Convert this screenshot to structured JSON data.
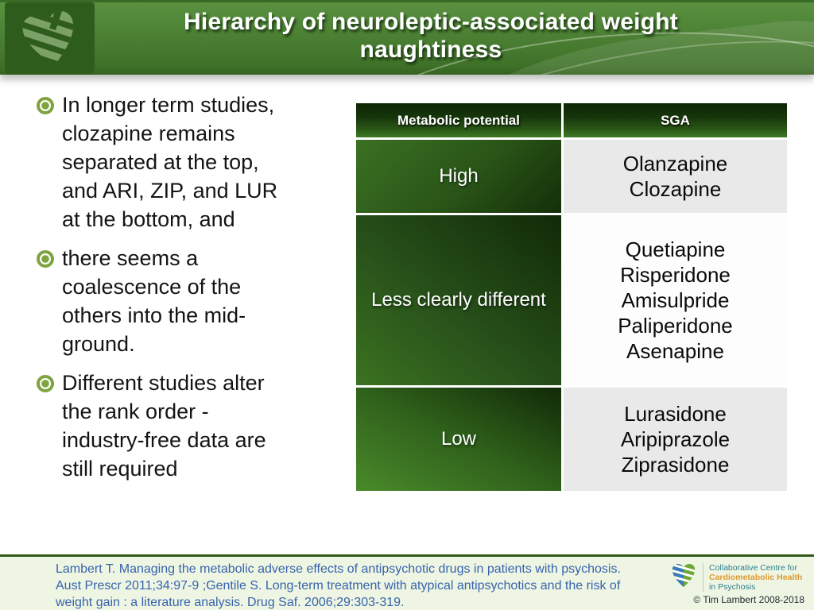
{
  "header": {
    "title_line1": "Hierarchy of neuroleptic-associated weight",
    "title_line2": "naughtiness"
  },
  "bullets": [
    {
      "lines": [
        "In longer term studies,",
        "clozapine remains",
        "separated at the top,",
        "and ARI, ZIP, and LUR",
        "at the bottom, and"
      ]
    },
    {
      "lines": [
        "there seems a",
        "coalescence of the",
        "others into the mid-",
        "ground."
      ]
    },
    {
      "lines": [
        "Different studies alter",
        "the rank order -",
        "industry-free data are",
        "still required"
      ]
    }
  ],
  "table": {
    "headers": [
      "Metabolic potential",
      "SGA"
    ],
    "rows": [
      {
        "potential": "High",
        "sga": [
          "Olanzapine",
          "Clozapine"
        ]
      },
      {
        "potential": "Less clearly different",
        "sga": [
          "Quetiapine",
          "Risperidone",
          "Amisulpride",
          "Paliperidone",
          "Asenapine"
        ]
      },
      {
        "potential": "Low",
        "sga": [
          "Lurasidone",
          "Aripiprazole",
          "Ziprasidone"
        ]
      }
    ]
  },
  "footer": {
    "citation_lines": [
      "Lambert T. Managing the metabolic adverse effects of antipsychotic drugs in patients with psychosis.",
      "Aust Prescr 2011;34:97-9 ;Gentile S. Long-term treatment with atypical antipsychotics and the risk of",
      "weight gain : a literature analysis. Drug Saf. 2006;29:303-319."
    ],
    "logo": {
      "line1": "Collaborative Centre for",
      "line2": "Cardiometabolic Health",
      "line3": "in Psychosis"
    },
    "copyright": "© Tim Lambert 2008-2018"
  },
  "colors": {
    "header_green": "#4c8134",
    "logo_box_green": "#2d5c1d",
    "table_header_green": "#2a5716",
    "table_row_grey": "#e9e9e9",
    "bullet_ring_green": "#7fa33e",
    "citation_blue": "#3763ad",
    "footer_background": "#eef6e3",
    "footer_logo_teal": "#2e7d8c",
    "footer_logo_orange": "#dd9a31"
  }
}
